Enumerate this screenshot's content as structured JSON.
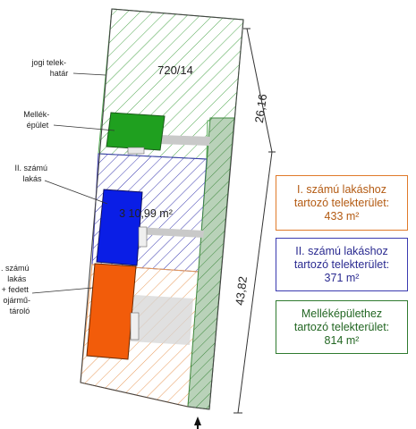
{
  "plot": {
    "lot_number": "720/14"
  },
  "labels": {
    "legal_boundary": [
      "jogi telek-",
      "határ"
    ],
    "outbuilding": [
      "Mellék-",
      "épület"
    ],
    "dwelling_2": [
      "II. számú",
      "lakás"
    ],
    "dwelling_1": [
      ". számú",
      "lakás",
      "+ fedett",
      "ojármű-",
      "tároló"
    ],
    "building_area": "3 10,99 m²"
  },
  "dimensions": {
    "top": "26,16",
    "side": "43,82"
  },
  "legend": [
    {
      "lines": [
        "I. számú lakáshoz",
        "tartozó telekterület:",
        "433 m²"
      ],
      "color": "#e07a2a"
    },
    {
      "lines": [
        "II. számú lakáshoz",
        "tartozó telekterület:",
        "371 m²"
      ],
      "color": "#3a3ab0"
    },
    {
      "lines": [
        "Melléképülethez",
        "tartozó telekterület:",
        "814 m²"
      ],
      "color": "#2f7a2f"
    }
  ],
  "colors": {
    "green_zone": "#4fa84f",
    "blue_zone": "#3a3ab0",
    "orange_zone": "#e89a5a",
    "outbuilding_fill": "#1fa01f",
    "dwelling_2_fill": "#0a1ee6",
    "dwelling_1_fill": "#f25c0a"
  }
}
